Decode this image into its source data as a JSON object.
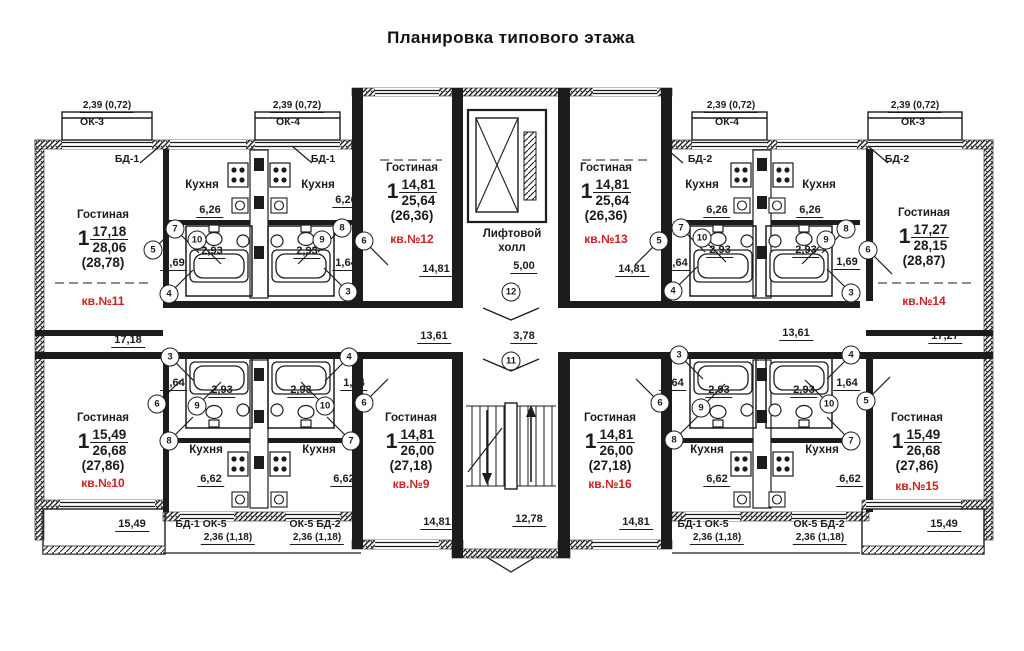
{
  "title": "Планировка типового этажа",
  "labels": {
    "living_room": "Гостиная",
    "kitchen": "Кухня",
    "elevator_hall_line1": "Лифтовой",
    "elevator_hall_line2": "холл"
  },
  "windows": {
    "ok3": "ОК-3",
    "ok4": "ОК-4",
    "bd1": "БД-1",
    "bd2": "БД-2",
    "bd1_ok5": "БД-1 ОК-5",
    "ok5_bd2": "ОК-5 БД-2",
    "top_window_dim": "2,39 (0,72)",
    "bottom_window_dim": "2,36 (1,18)"
  },
  "apartments": {
    "apt9": {
      "number": "кв.№9",
      "rooms": "1",
      "living_area": "14,81",
      "total_area": "26,00",
      "total_with_balcony": "(27,18)",
      "room_width": "14,81"
    },
    "apt10": {
      "number": "кв.№10",
      "rooms": "1",
      "living_area": "15,49",
      "total_area": "26,68",
      "total_with_balcony": "(27,86)",
      "room_width": "15,49"
    },
    "apt11": {
      "number": "кв.№11",
      "rooms": "1",
      "living_area": "17,18",
      "total_area": "28,06",
      "total_with_balcony": "(28,78)",
      "room_width": "17,18"
    },
    "apt12": {
      "number": "кв.№12",
      "rooms": "1",
      "living_area": "14,81",
      "total_area": "25,64",
      "total_with_balcony": "(26,36)",
      "room_width": "14,81"
    },
    "apt13": {
      "number": "кв.№13",
      "rooms": "1",
      "living_area": "14,81",
      "total_area": "25,64",
      "total_with_balcony": "(26,36)",
      "room_width": "14,81"
    },
    "apt14": {
      "number": "кв.№14",
      "rooms": "1",
      "living_area": "17,27",
      "total_area": "28,15",
      "total_with_balcony": "(28,87)",
      "room_width": "17,27"
    },
    "apt15": {
      "number": "кв.№15",
      "rooms": "1",
      "living_area": "15,49",
      "total_area": "26,68",
      "total_with_balcony": "(27,86)",
      "room_width": "15,49"
    },
    "apt16": {
      "number": "кв.№16",
      "rooms": "1",
      "living_area": "14,81",
      "total_area": "26,00",
      "total_with_balcony": "(27,18)",
      "room_width": "14,81"
    }
  },
  "dims": {
    "kitchen_top": "6,26",
    "kitchen_bottom": "6,62",
    "bath": "2,93",
    "hall_wide": "1,69",
    "hall_narrow": "1,64",
    "corridor_long": "13,61",
    "corridor_mid": "3,78",
    "elevator_hall_width": "5,00",
    "stairwell_width": "12,78"
  },
  "axes": {
    "a3": "3",
    "a4": "4",
    "a5": "5",
    "a6": "6",
    "a7": "7",
    "a8": "8",
    "a9": "9",
    "a10": "10",
    "a11": "11",
    "a12": "12"
  },
  "colors": {
    "ink": "#1c1c1c",
    "apartment_number": "#cc2222",
    "background": "#ffffff"
  }
}
